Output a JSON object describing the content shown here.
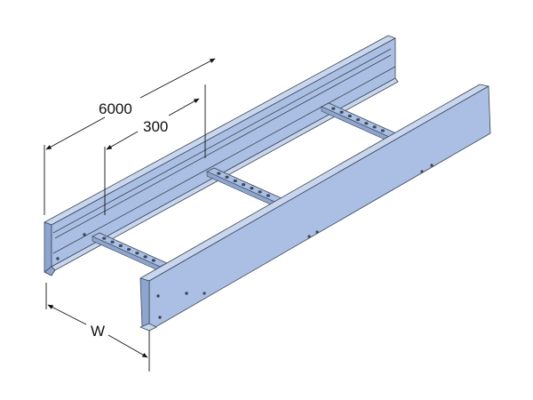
{
  "diagram": {
    "labels": {
      "length": "6000",
      "rung_spacing": "300",
      "width": "W"
    },
    "colors": {
      "metal": "#aabfe3",
      "metal_dark": "#8ea6cf",
      "metal_light": "#c8d6ee",
      "outline": "#3c4658",
      "dimension": "#111111"
    }
  }
}
